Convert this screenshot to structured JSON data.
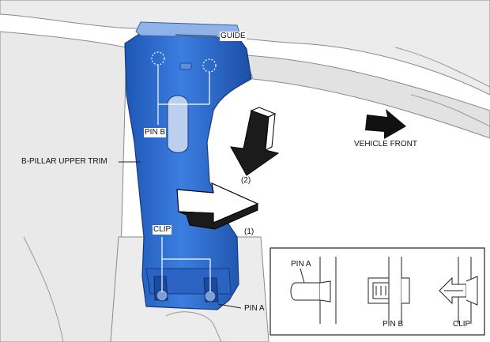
{
  "labels": {
    "guide": "GUIDE",
    "pin_b": "PIN B",
    "b_pillar_upper_trim": "B-PILLAR UPPER TRIM",
    "vehicle_front": "VEHICLE FRONT",
    "step_2": "(2)",
    "step_1": "(1)",
    "clip": "CLIP",
    "pin_a": "PIN A"
  },
  "inset": {
    "pin_a": "PIN A",
    "pin_b": "PIN B",
    "clip": "CLIP"
  },
  "colors": {
    "trim_blue": "#2f6fd0",
    "trim_dark": "#1d4fa3",
    "body_grey": "#e6e6e6",
    "outline": "#555555",
    "arrow": "#111111"
  }
}
